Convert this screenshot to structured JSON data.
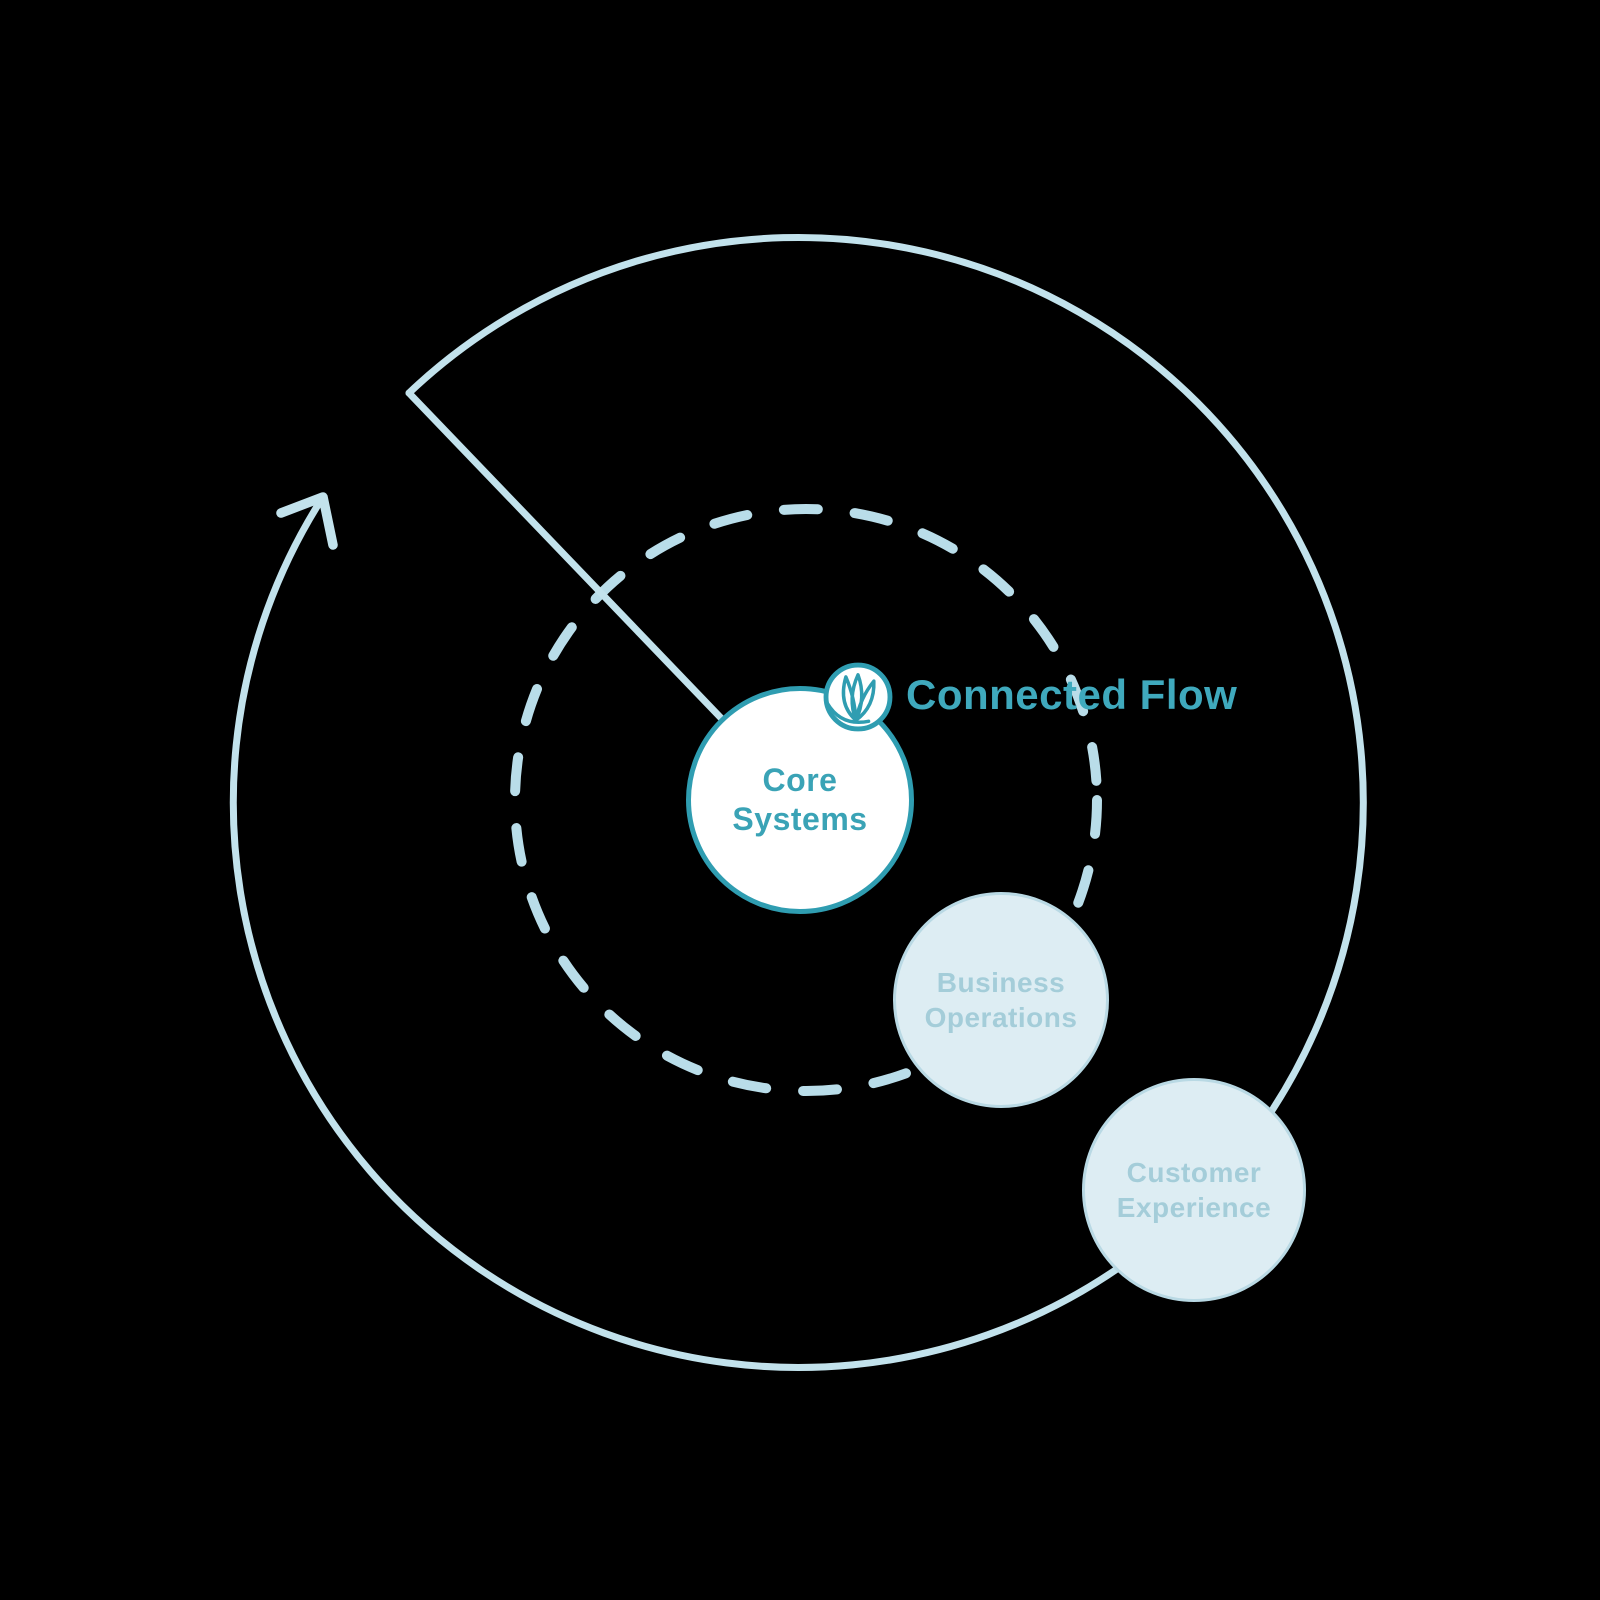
{
  "brand": {
    "name": "Connected Flow",
    "logo_icon": "lotus-icon"
  },
  "nodes": {
    "core": {
      "line1": "Core",
      "line2": "Systems"
    },
    "business": {
      "line1": "Business",
      "line2": "Operations"
    },
    "customer": {
      "line1": "Customer",
      "line2": "Experience"
    }
  },
  "colors": {
    "background": "#000000",
    "teal": "#2f9db1",
    "core_text": "#3aa3b6",
    "brand_text": "#3fa9bd",
    "pale_line": "#c2e2ec",
    "dash_line": "#b9dde9",
    "node_fill": "#ddedf3",
    "node_border": "#b9d9e4",
    "muted_text": "#a4cdd9",
    "core_fill": "#ffffff"
  }
}
